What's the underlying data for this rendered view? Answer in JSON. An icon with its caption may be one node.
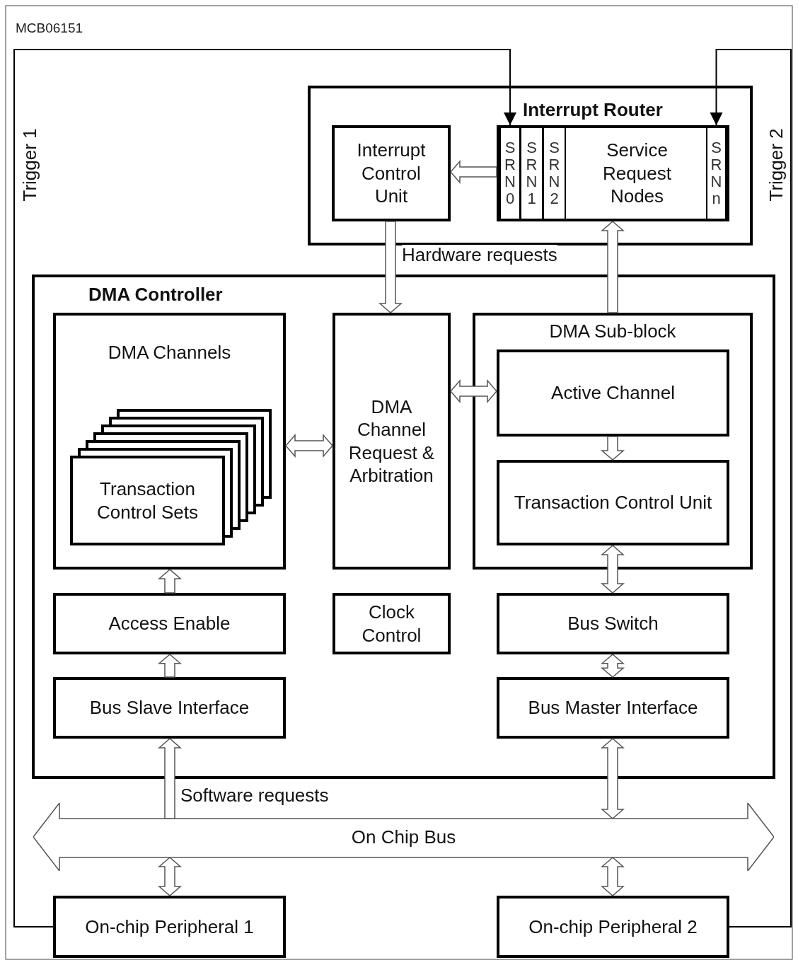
{
  "diagram": {
    "nodes": [
      {
        "text": [
          "Interrupt Router"
        ]
      },
      {
        "text": [
          "Interrupt Control Unit"
        ],
        "in": 0
      },
      {
        "text": [
          "Service Request Nodes"
        ],
        "in": 0
      },
      {
        "text": [
          "SRN0"
        ],
        "in": 2
      },
      {
        "text": [
          "SRN1"
        ],
        "in": 2
      },
      {
        "text": [
          "SRN2"
        ],
        "in": 2
      },
      {
        "text": [
          "SRNn"
        ],
        "in": 2
      },
      {
        "text": [
          "DMA Controller"
        ]
      },
      {
        "text": [
          "DMA Channels"
        ],
        "in": 7
      },
      {
        "text": [
          "Transaction Control Sets"
        ],
        "in": 8
      },
      {
        "text": [
          "DMA Channel Request & Arbitration"
        ],
        "in": 7
      },
      {
        "text": [
          "DMA Sub-block"
        ],
        "in": 7
      },
      {
        "text": [
          "Active Channel"
        ],
        "in": 11
      },
      {
        "text": [
          "Transaction Control Unit"
        ],
        "in": 11
      },
      {
        "text": [
          "Access Enable"
        ],
        "in": 7
      },
      {
        "text": [
          "Bus Slave Interface"
        ],
        "in": 7
      },
      {
        "text": [
          "Clock Control"
        ],
        "in": 7
      },
      {
        "text": [
          "Bus Switch"
        ],
        "in": 7
      },
      {
        "text": [
          "Bus Master Interface"
        ],
        "in": 7
      },
      {
        "text": [
          "On Chip Bus"
        ]
      },
      {
        "text": [
          "On-chip Peripheral   1"
        ]
      },
      {
        "text": [
          "On-chip Peripheral   2"
        ]
      }
    ],
    "edges": [
      {
        "from": 20,
        "to": 3,
        "arrow": "to",
        "label": "Trigger 1"
      },
      {
        "from": 21,
        "to": 6,
        "arrow": "to",
        "label": "Trigger 2"
      },
      {
        "from": 2,
        "to": 1,
        "arrow": "to",
        "style": "thick"
      },
      {
        "from": 1,
        "to": 10,
        "arrow": "to",
        "label": "Hardware requests",
        "style": "thick"
      },
      {
        "from": 11,
        "to": 2,
        "arrow": "to",
        "style": "thick"
      },
      {
        "from": 8,
        "to": 10,
        "arrow": "both",
        "style": "thick"
      },
      {
        "from": 10,
        "to": 12,
        "arrow": "both",
        "style": "thick"
      },
      {
        "from": 12,
        "to": 13,
        "arrow": "to",
        "style": "thick"
      },
      {
        "from": 13,
        "to": 17,
        "arrow": "both",
        "style": "thick"
      },
      {
        "from": 14,
        "to": 8,
        "arrow": "to",
        "style": "thick"
      },
      {
        "from": 15,
        "to": 14,
        "arrow": "to",
        "style": "thick"
      },
      {
        "from": 19,
        "to": 15,
        "arrow": "to",
        "label": "Software requests",
        "style": "thick"
      },
      {
        "from": 18,
        "to": 19,
        "arrow": "both",
        "style": "thick"
      },
      {
        "from": 19,
        "to": 20,
        "arrow": "both",
        "style": "thick"
      },
      {
        "from": 19,
        "to": 21,
        "arrow": "both",
        "style": "thick"
      },
      {
        "from": 17,
        "to": 18,
        "arrow": "both",
        "style": "thick"
      }
    ],
    "labels": [
      "MCB06151"
    ]
  }
}
